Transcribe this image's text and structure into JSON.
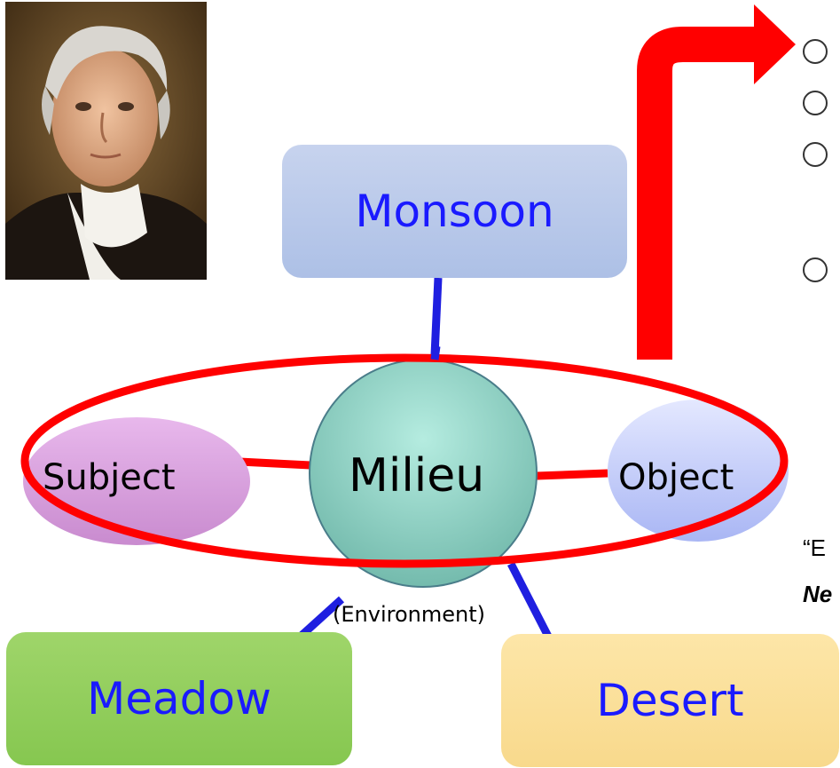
{
  "nodes": {
    "monsoon": "Monsoon",
    "milieu": "Milieu",
    "environment": "(Environment)",
    "subject": "Subject",
    "object": "Object",
    "meadow": "Meadow",
    "desert": "Desert"
  },
  "notes": {
    "quote_fragment": "“E",
    "italic_fragment": "Ne"
  },
  "colors": {
    "ring": "#ff0000",
    "spokes": "#1f1fe0",
    "box_text": "#1a1aff"
  },
  "icons": {
    "portrait": "portrait-image",
    "arrow": "arrow-up-right",
    "bullets": "circle-bullet"
  }
}
